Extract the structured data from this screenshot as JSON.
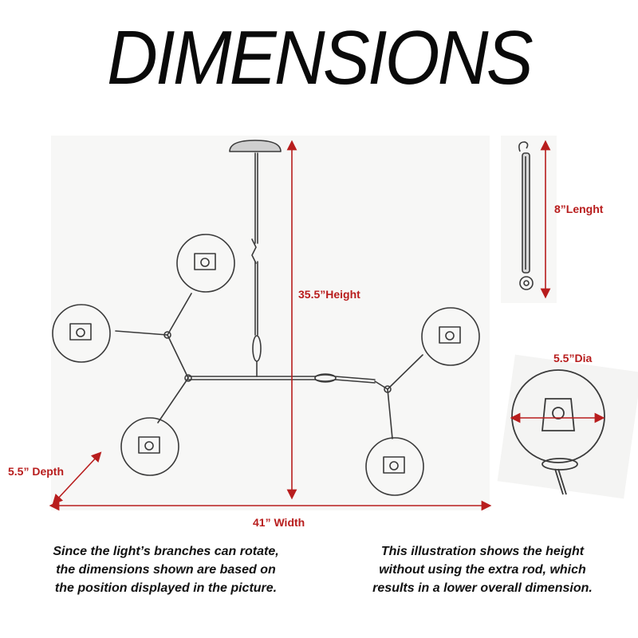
{
  "title": "DIMENSIONS",
  "dimensions": {
    "height": "35.5”Height",
    "width": "41” Width",
    "depth": "5.5” Depth",
    "rod_length": "8”Lenght",
    "globe_diameter": "5.5”Dia"
  },
  "notes": {
    "left": "Since the light’s branches can rotate, the dimensions shown are based on the position displayed in the picture.",
    "right": "This illustration shows the height without using the extra rod, which results in a lower overall dimension."
  },
  "colors": {
    "dimension_red": "#b81d1d",
    "sketch": "#3a3a3a",
    "text": "#111111"
  }
}
